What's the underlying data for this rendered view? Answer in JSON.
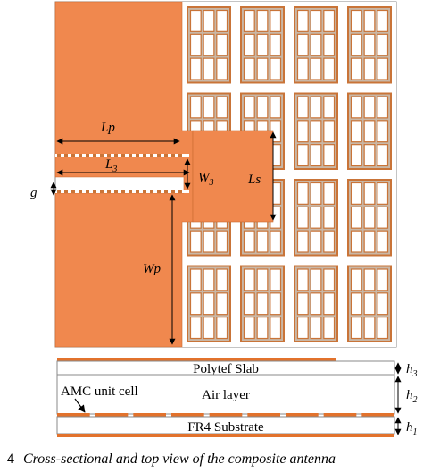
{
  "colors": {
    "patch": "#f0884e",
    "patch_edge": "#c96a30",
    "grid_fill": "#c9b7a6",
    "grid_line": "#c97438",
    "cell_white": "#ffffff",
    "frame": "#888888",
    "strip": "#e2722c"
  },
  "top_view": {
    "labels": {
      "lp": "Lp",
      "l3": "L",
      "l3_sub": "3",
      "w3": "W",
      "w3_sub": "3",
      "ls": "Ls",
      "g": "g",
      "wp": "Wp"
    },
    "amc_grid": {
      "rows": 4,
      "cols": 4,
      "subcells": 3
    }
  },
  "cross_section": {
    "layers": {
      "polytef": "Polytef Slab",
      "air": "Air layer",
      "fr4": "FR4 Substrate"
    },
    "amc_label": "AMC unit cell",
    "heights": [
      {
        "name": "h",
        "sub": "3"
      },
      {
        "name": "h",
        "sub": "2"
      },
      {
        "name": "h",
        "sub": "1"
      }
    ]
  },
  "caption": {
    "number": "4",
    "text": "Cross-sectional and top view of the composite antenna"
  }
}
